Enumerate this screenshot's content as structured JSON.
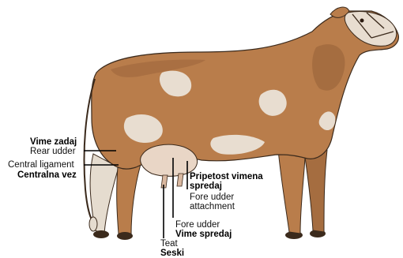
{
  "labels": {
    "rear_udder_sl": "Vime zadaj",
    "rear_udder_en": "Rear udder",
    "central_ligament_en": "Central ligament",
    "central_ligament_sl": "Centralna vez",
    "fore_udder_attachment_sl_line1": "Pripetost vimena",
    "fore_udder_attachment_sl_line2": "spredaj",
    "fore_udder_attachment_en_line1": "Fore udder",
    "fore_udder_attachment_en_line2": "attachment",
    "fore_udder_en": "Fore udder",
    "fore_udder_sl": "Vime spredaj",
    "teat_en": "Teat",
    "teat_sl": "Seski"
  },
  "colors": {
    "coat_brown": "#b97d4b",
    "coat_dark": "#8f5a33",
    "coat_patch_light": "#e8ddd0",
    "outline": "#2b1a10",
    "udder": "#e9d6c6",
    "leader_line": "#000000"
  }
}
